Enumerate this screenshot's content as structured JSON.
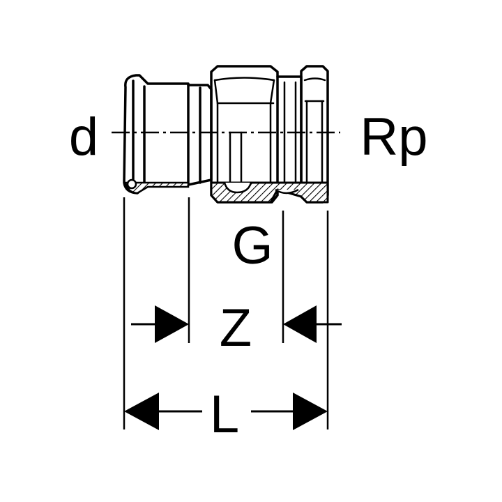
{
  "diagram": {
    "labels": {
      "d": "d",
      "rp": "Rp",
      "g": "G",
      "z": "Z",
      "l": "L"
    },
    "colors": {
      "line": "#000000",
      "background": "#ffffff"
    }
  }
}
